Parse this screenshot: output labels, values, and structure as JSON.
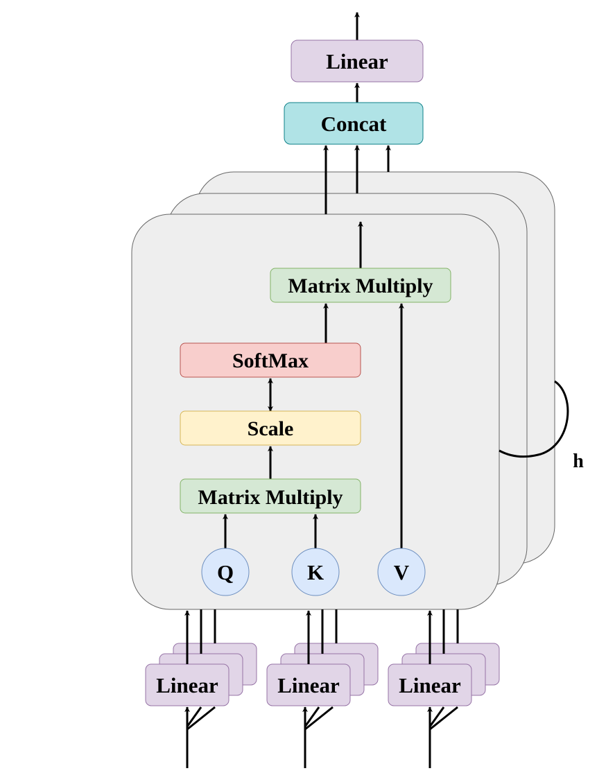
{
  "output_linear": {
    "label": "Linear",
    "fill": "#e1d5e7",
    "stroke": "#9673a6"
  },
  "concat": {
    "label": "Concat",
    "fill": "#b0e3e6",
    "stroke": "#0e8088"
  },
  "attention": {
    "panel_fill": "#eeeeee",
    "panel_stroke": "#666666",
    "matmul_top": {
      "label": "Matrix Multiply",
      "fill": "#d5e8d4",
      "stroke": "#82b366"
    },
    "softmax": {
      "label": "SoftMax",
      "fill": "#f8cecc",
      "stroke": "#b85450"
    },
    "scale": {
      "label": "Scale",
      "fill": "#fff2cc",
      "stroke": "#d6b656"
    },
    "matmul_bottom": {
      "label": "Matrix Multiply",
      "fill": "#d5e8d4",
      "stroke": "#82b366"
    },
    "q": {
      "label": "Q"
    },
    "k": {
      "label": "K"
    },
    "v": {
      "label": "V"
    },
    "qkv_fill": "#dae8fc",
    "qkv_stroke": "#6c8ebf"
  },
  "heads_label": "h",
  "input_linears": [
    {
      "label": "Linear"
    },
    {
      "label": "Linear"
    },
    {
      "label": "Linear"
    }
  ],
  "input_linear_fill": "#e1d5e7",
  "input_linear_stroke": "#9673a6"
}
